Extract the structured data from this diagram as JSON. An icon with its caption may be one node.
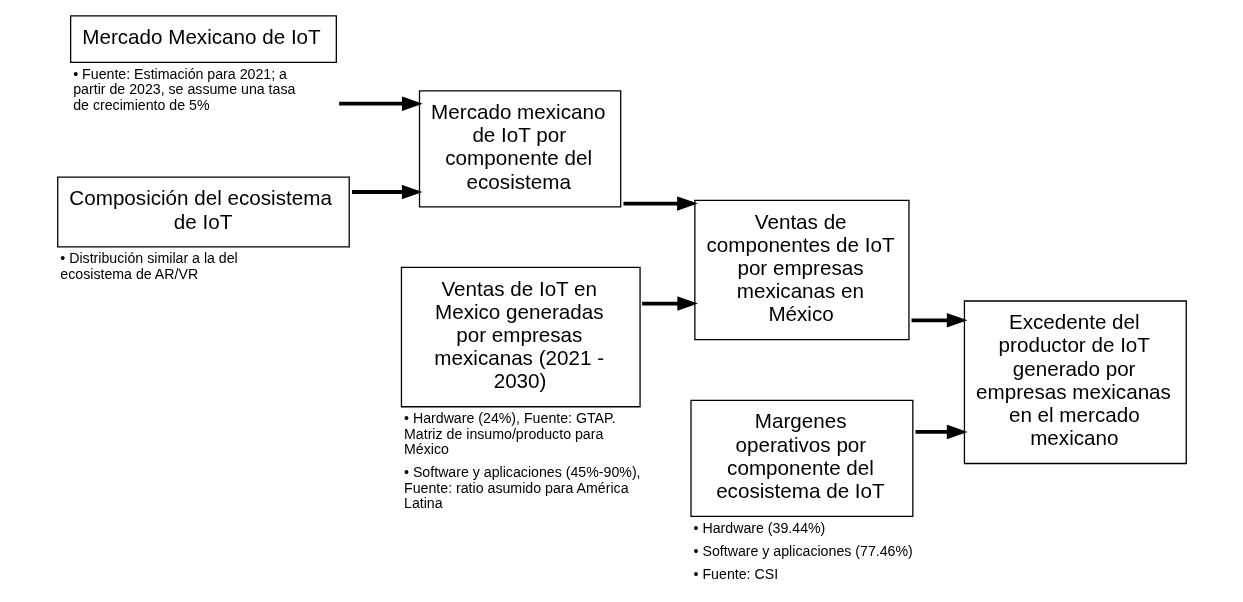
{
  "diagram": {
    "nodes": [
      {
        "text": [
          "Mercado Mexicano de IoT"
        ],
        "beside": [
          "• Fuente: Estimación para 2021; a partir de 2023, se assume una tasa de crecimiento de 5%"
        ]
      },
      {
        "text": [
          "Composición del ecosistema de IoT"
        ],
        "beside": [
          "• Distribución similar a la del ecosistema de AR/VR"
        ]
      },
      {
        "text": [
          "Mercado mexicano de IoT por componente del ecosistema"
        ]
      },
      {
        "text": [
          "Ventas de IoT en Mexico generadas por empresas mexicanas (2021 - 2030)"
        ],
        "beside": [
          "• Hardware (24%), Fuente: GTAP. Matriz de insumo/producto para México",
          "• Software y aplicaciones (45%-90%), Fuente: ratio asumido para América Latina"
        ]
      },
      {
        "text": [
          "Ventas de componentes de IoT por empresas mexicanas en México"
        ]
      },
      {
        "text": [
          "Margenes operativos por componente del ecosistema de IoT"
        ],
        "beside": [
          "• Hardware (39.44%)",
          "• Software y aplicaciones (77.46%)",
          "• Fuente: CSI"
        ]
      },
      {
        "text": [
          "Excedente del productor de IoT generado por empresas mexicanas en el mercado mexicano"
        ]
      }
    ],
    "edges": [
      {
        "from": 0,
        "to": 2,
        "arrow": "to"
      },
      {
        "from": 1,
        "to": 2,
        "arrow": "to"
      },
      {
        "from": 2,
        "to": 4,
        "arrow": "to"
      },
      {
        "from": 3,
        "to": 4,
        "arrow": "to"
      },
      {
        "from": 4,
        "to": 6,
        "arrow": "to"
      },
      {
        "from": 5,
        "to": 6,
        "arrow": "to"
      }
    ]
  }
}
